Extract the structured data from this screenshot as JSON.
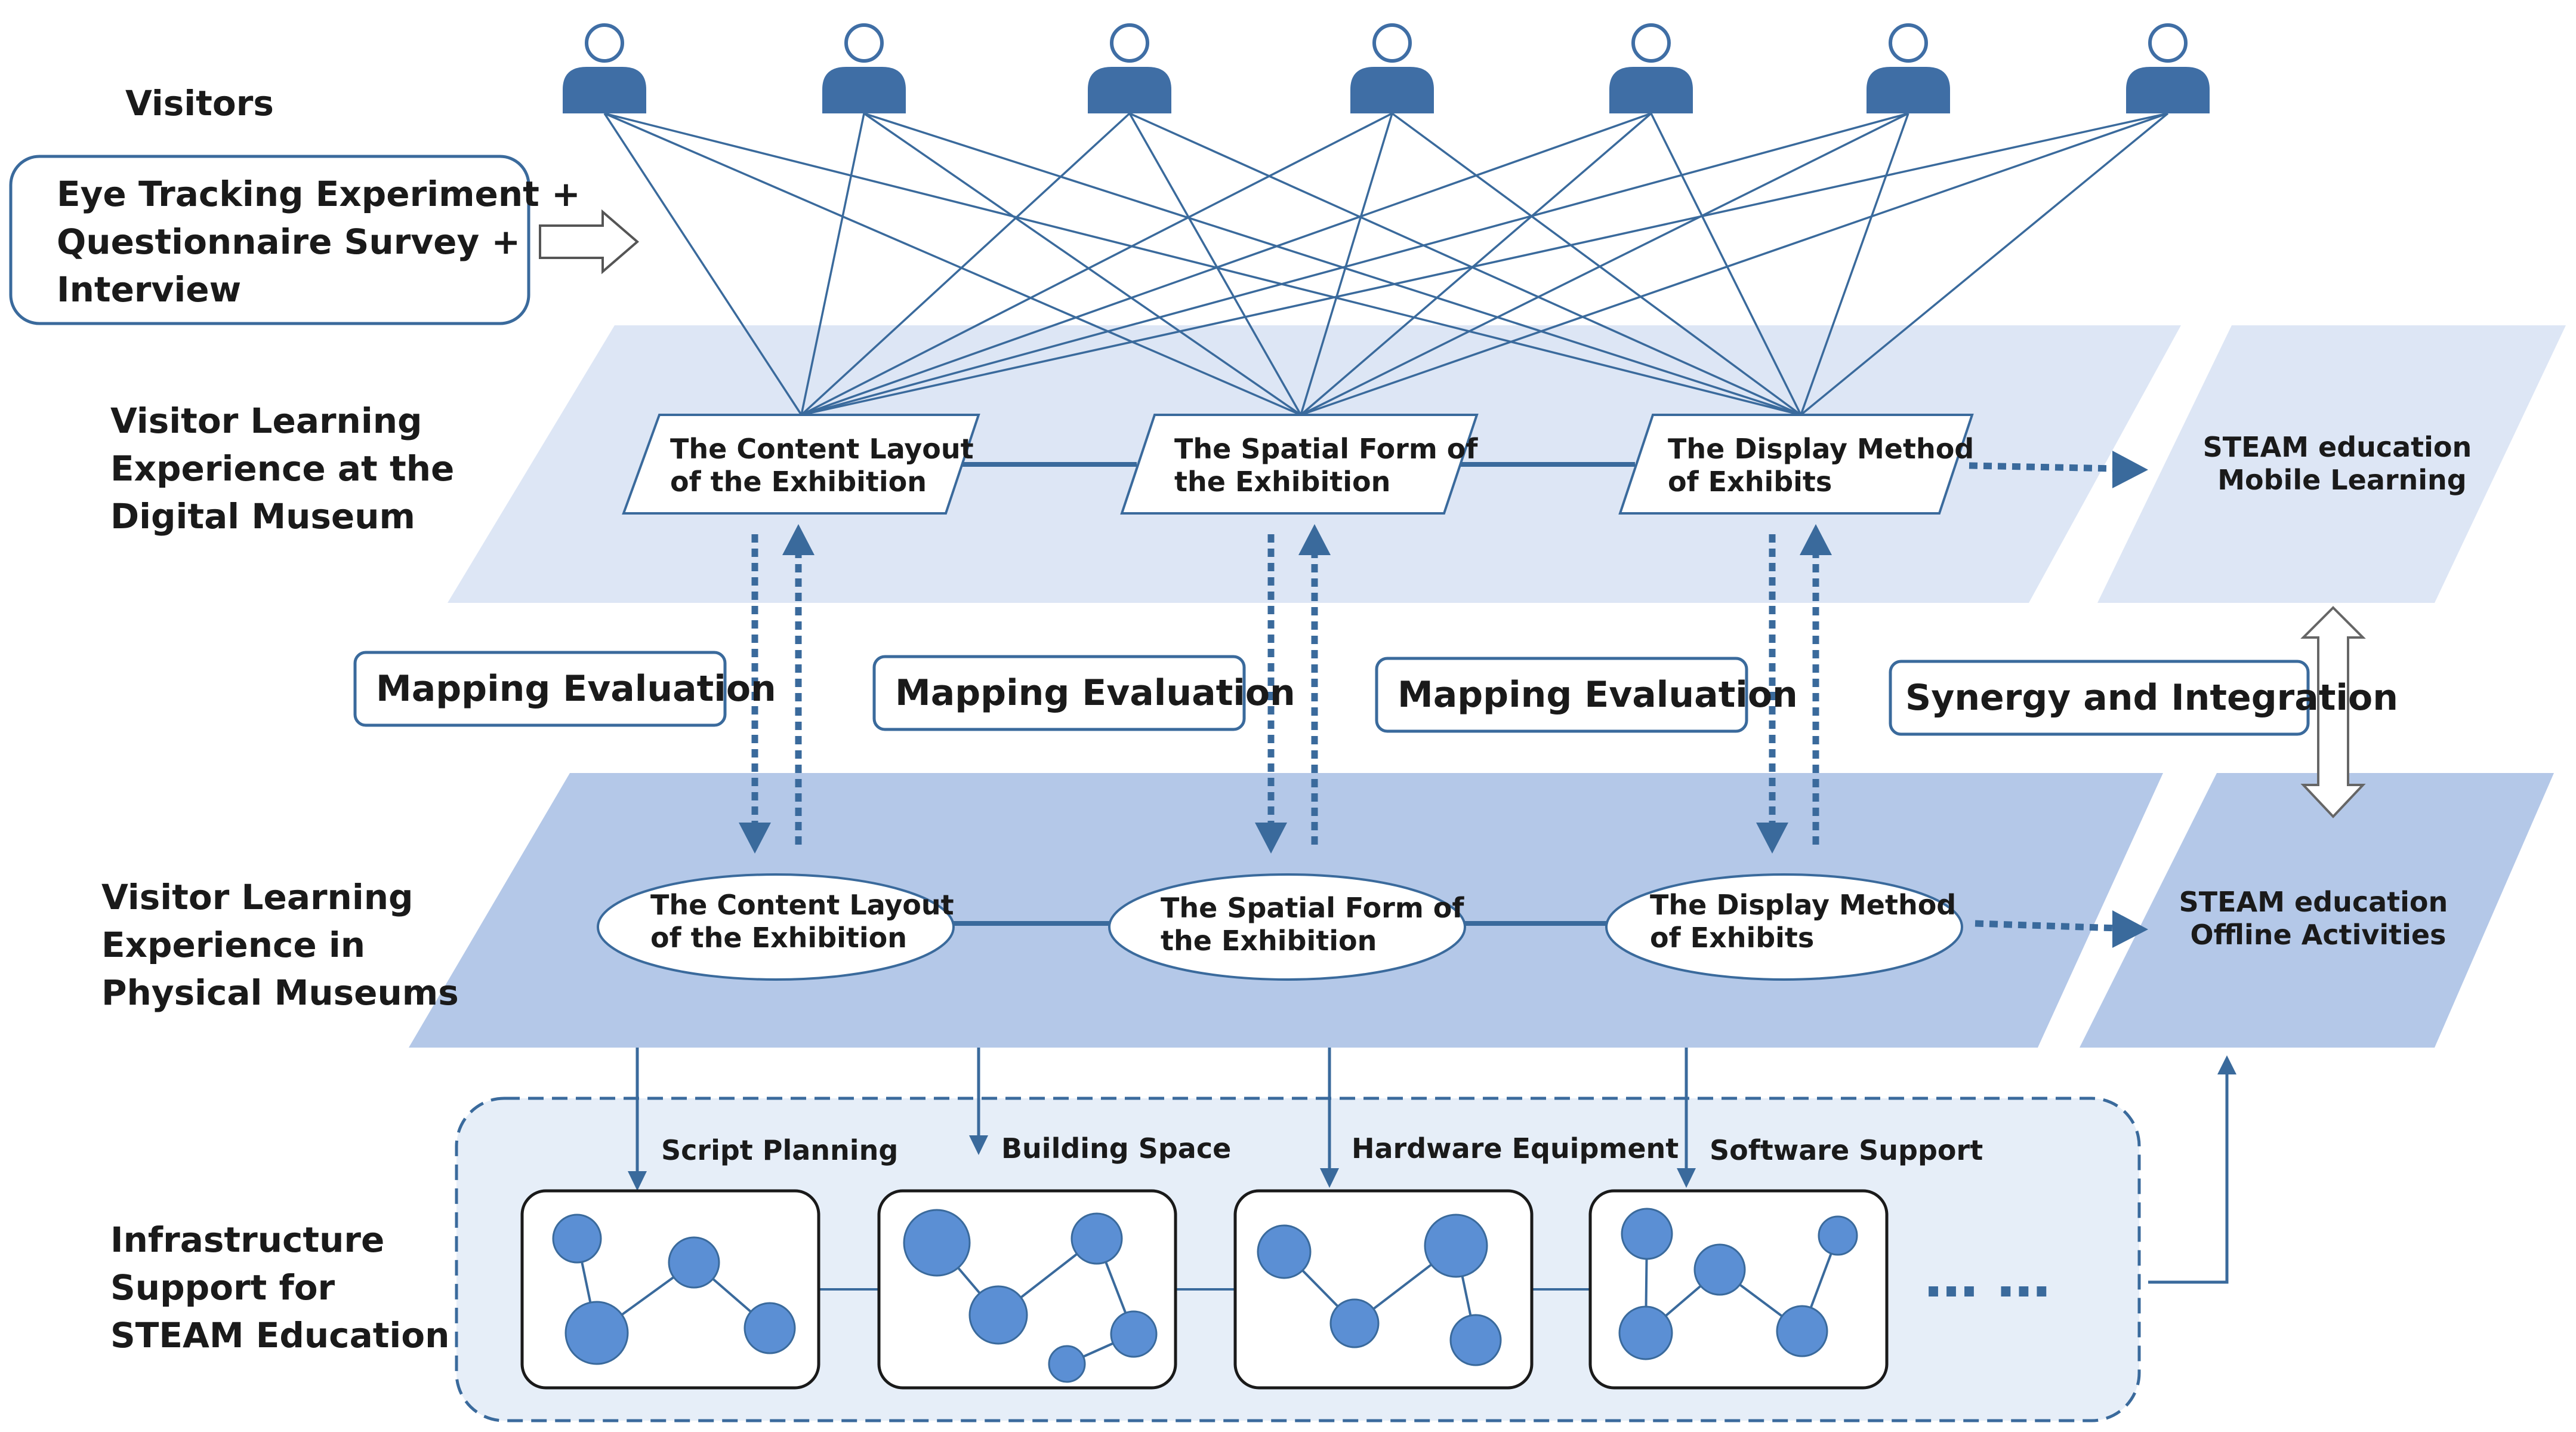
{
  "colors": {
    "plane_light": "#dde6f5",
    "plane_dark": "#b4c8e8",
    "infra_bg": "#e6eef8",
    "stroke": "#3a6a9c",
    "node": "#5b8fd4",
    "person": "#3f6ea5"
  },
  "visitors": {
    "label": "Visitors",
    "icon": "person-icon"
  },
  "methods": {
    "lines": [
      "Eye Tracking Experiment +",
      "Questionnaire Survey +",
      "Interview"
    ]
  },
  "digital_layer": {
    "label": [
      "Visitor Learning",
      "Experience at the",
      "Digital Museum"
    ],
    "boxes": [
      {
        "lines": [
          "The Content Layout",
          "of the Exhibition"
        ]
      },
      {
        "lines": [
          "The Spatial Form of",
          "the Exhibition"
        ]
      },
      {
        "lines": [
          "The Display Method",
          "of Exhibits"
        ]
      }
    ]
  },
  "physical_layer": {
    "label": [
      "Visitor Learning",
      "Experience in",
      "Physical Museums"
    ],
    "boxes": [
      {
        "lines": [
          "The Content Layout",
          "of the Exhibition"
        ]
      },
      {
        "lines": [
          "The Spatial Form of",
          "the Exhibition"
        ]
      },
      {
        "lines": [
          "The Display Method",
          "of Exhibits"
        ]
      }
    ]
  },
  "evaluation": {
    "labels": [
      "Mapping Evaluation",
      "Mapping Evaluation",
      "Mapping Evaluation"
    ]
  },
  "steam": {
    "mobile": [
      "STEAM education",
      "Mobile Learning"
    ],
    "offline": [
      "STEAM education",
      "Offline Activities"
    ],
    "synergy": "Synergy and Integration"
  },
  "infrastructure": {
    "label": [
      "Infrastructure",
      "Support for",
      "STEAM Education"
    ],
    "items": [
      "Script Planning",
      "Building Space",
      "Hardware Equipment",
      "Software Support"
    ],
    "more": "… …"
  }
}
